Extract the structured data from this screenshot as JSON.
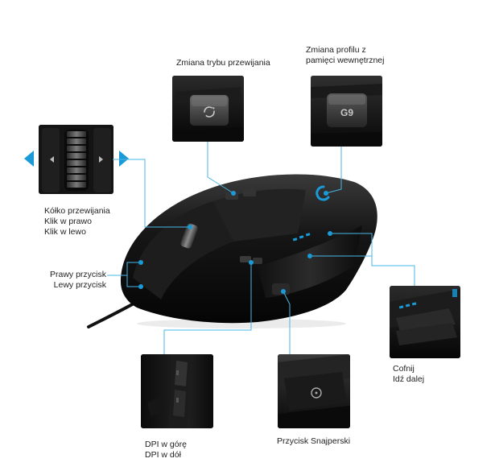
{
  "colors": {
    "accent": "#1a9ad6",
    "mouse_body": "#151515",
    "callout_line": "#4ab6e6"
  },
  "callouts": {
    "scroll_mode": {
      "line1": "Zmiana trybu przewijania"
    },
    "profile": {
      "line1": "Zmiana profilu z",
      "line2": "pamięci wewnętrznej",
      "icon_text": "G9"
    },
    "wheel": {
      "line1": "Kółko przewijania",
      "line2": "Klik w prawo",
      "line3": "Klik w lewo"
    },
    "main_buttons": {
      "line1": "Prawy przycisk",
      "line2": "Lewy przycisk"
    },
    "dpi": {
      "line1": "DPI w górę",
      "line2": "DPI w dół"
    },
    "sniper": {
      "line1": "Przycisk Snajperski"
    },
    "side": {
      "line1": "Cofnij",
      "line2": "Idź dalej"
    }
  },
  "icons": [
    "scroll-mode-icon",
    "profile-icon",
    "tilt-left-arrow-icon",
    "tilt-right-arrow-icon",
    "sniper-icon"
  ]
}
